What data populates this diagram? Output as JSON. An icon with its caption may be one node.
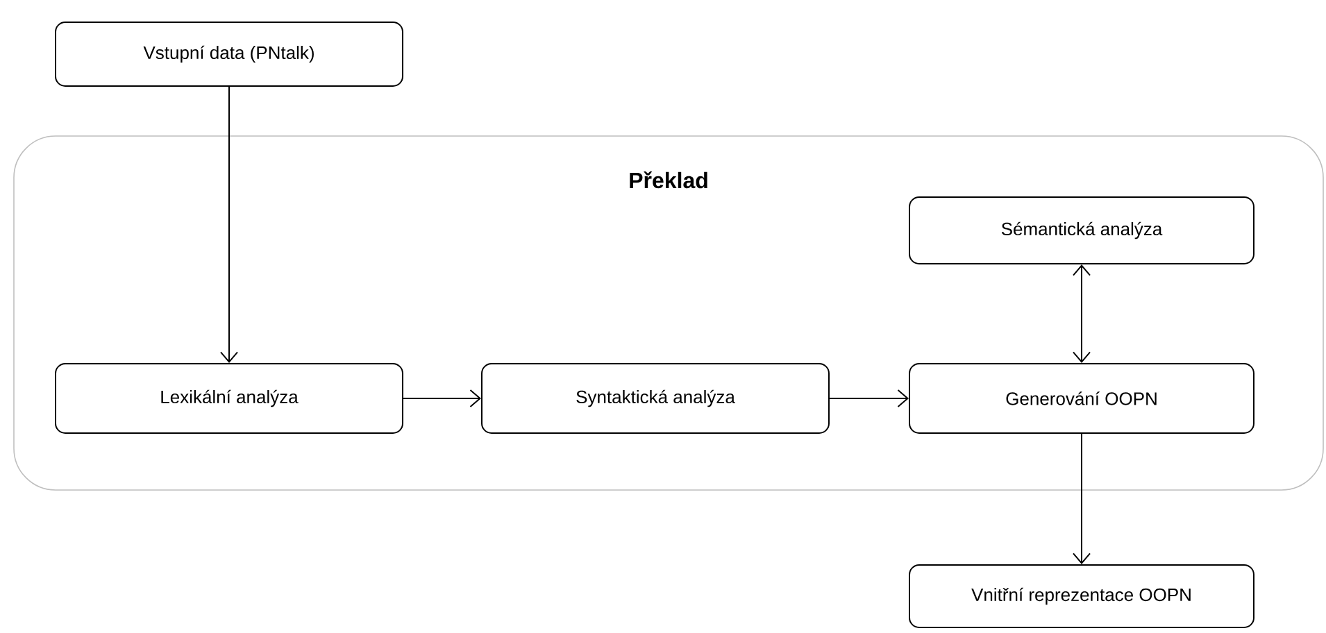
{
  "diagram": {
    "nodes": [
      {
        "text": [
          "Vstupní data (PNtalk)"
        ]
      },
      {
        "text": [
          "**Překlad**"
        ]
      },
      {
        "text": [
          "Lexikální analýza"
        ],
        "in": 1
      },
      {
        "text": [
          "Syntaktická analýza"
        ],
        "in": 1
      },
      {
        "text": [
          "Generování OOPN"
        ],
        "in": 1
      },
      {
        "text": [
          "Sémantická analýza"
        ],
        "in": 1
      },
      {
        "text": [
          "Vnitřní reprezentace OOPN"
        ]
      }
    ],
    "edges": [
      {
        "from": 0,
        "to": 2,
        "arrow": "to"
      },
      {
        "from": 2,
        "to": 3,
        "arrow": "to"
      },
      {
        "from": 3,
        "to": 4,
        "arrow": "to"
      },
      {
        "from": 5,
        "to": 4,
        "arrow": "both"
      },
      {
        "from": 4,
        "to": 6,
        "arrow": "to"
      }
    ]
  }
}
